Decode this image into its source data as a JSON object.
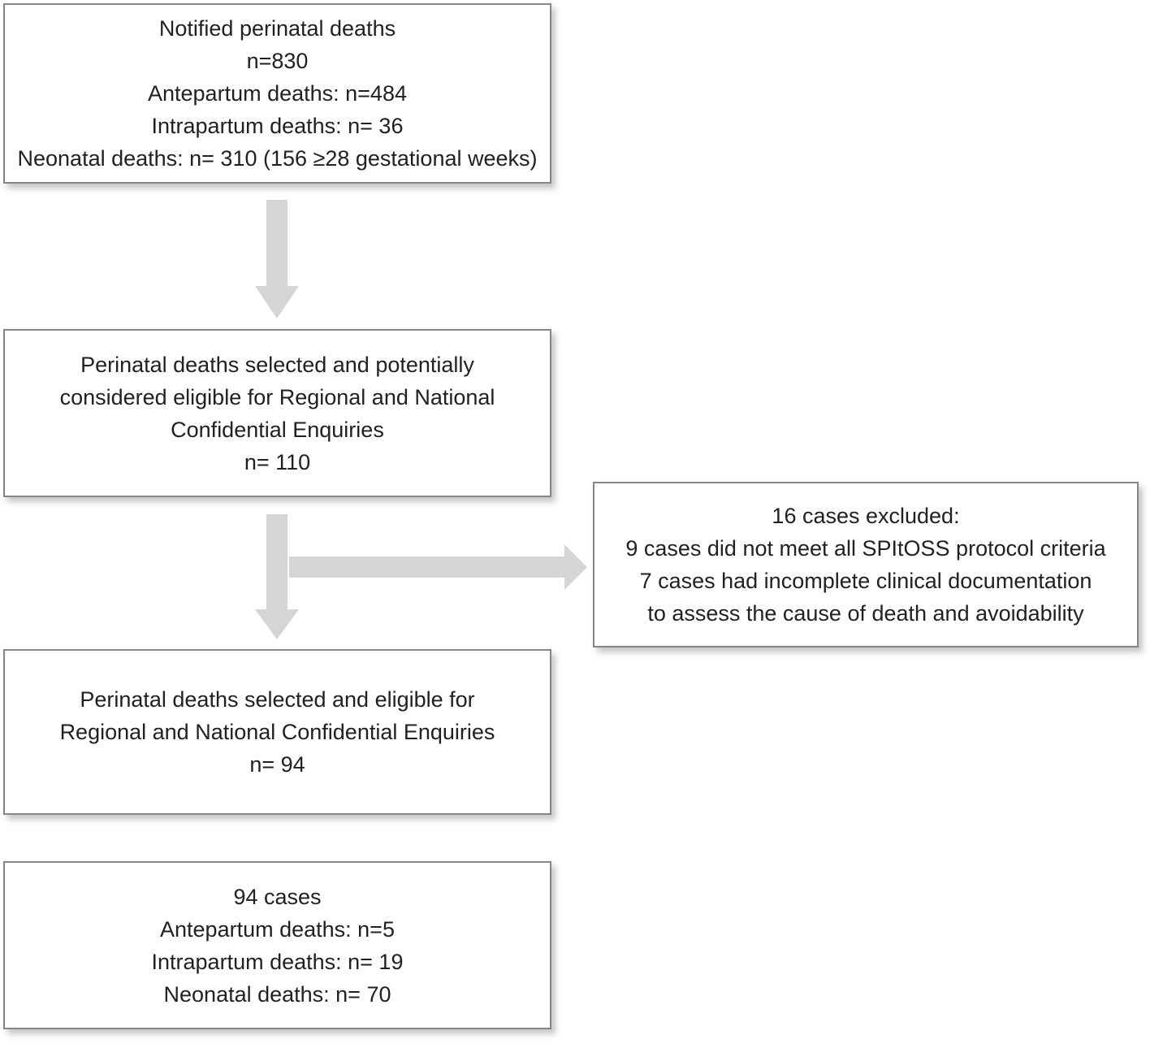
{
  "colors": {
    "background": "#ffffff",
    "box_border": "#868686",
    "text": "#212121",
    "arrow_fill": "#d5d5d5"
  },
  "flowchart": {
    "notified_box": {
      "lines": [
        "Notified perinatal deaths",
        "n=830",
        "Antepartum deaths: n=484",
        "Intrapartum deaths: n= 36",
        "Neonatal deaths: n= 310 (156 ≥28 gestational weeks)"
      ]
    },
    "selected_box": {
      "lines": [
        "Perinatal deaths selected and potentially",
        "considered eligible for Regional and National",
        "Confidential Enquiries",
        "n= 110"
      ]
    },
    "excluded_box": {
      "lines": [
        "16 cases excluded:",
        "9 cases did not meet all SPItOSS protocol criteria",
        "7 cases had incomplete clinical documentation",
        "to assess the cause of death and avoidability"
      ]
    },
    "eligible_box": {
      "lines": [
        "Perinatal deaths selected and eligible for",
        "Regional and National Confidential Enquiries",
        "n= 94"
      ]
    },
    "final_box": {
      "lines": [
        "94 cases",
        "Antepartum deaths: n=5",
        "Intrapartum deaths: n= 19",
        "Neonatal deaths: n= 70"
      ]
    }
  }
}
